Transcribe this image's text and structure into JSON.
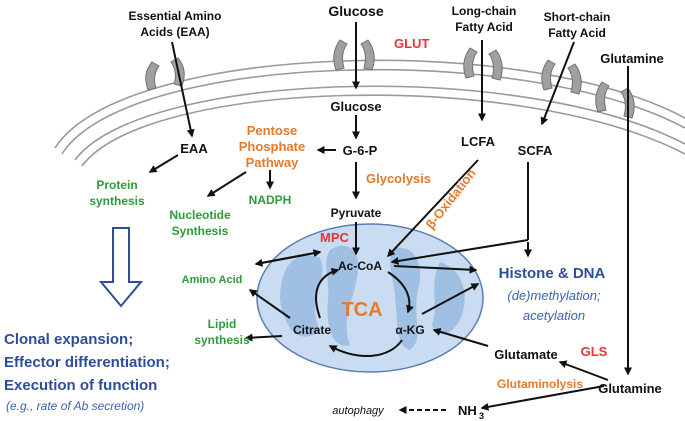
{
  "colors": {
    "orange": "#e47a2a",
    "green": "#2e9b3a",
    "red": "#e8323a",
    "blue": "#2e4e9a",
    "mito_fill": "#c9dcf2",
    "mito_inner": "#8fb3dd",
    "channel": "#9ea0a3"
  },
  "inputs": {
    "eaa_line1": "Essential Amino",
    "eaa_line2": "Acids (EAA)",
    "glucose_top": "Glucose",
    "glut": "GLUT",
    "lcfa_line1": "Long-chain",
    "lcfa_line2": "Fatty Acid",
    "scfa_line1": "Short-chain",
    "scfa_line2": "Fatty Acid",
    "glutamine_top": "Glutamine"
  },
  "cytosol": {
    "eaa": "EAA",
    "glucose": "Glucose",
    "g6p": "G-6-P",
    "ppp_line1": "Pentose",
    "ppp_line2": "Phosphate",
    "ppp_line3": "Pathway",
    "lcfa": "LCFA",
    "scfa": "SCFA",
    "protein_line1": "Protein",
    "protein_line2": "synthesis",
    "glycolysis": "Glycolysis",
    "nucleotide_line1": "Nucleotide",
    "nucleotide_line2": "Synthesis",
    "nadph": "NADPH",
    "pyruvate": "Pyruvate",
    "beta_oxidation": "β-Oxidation",
    "mpc": "MPC",
    "amino_acid": "Amino Acid",
    "lipid_line1": "Lipid",
    "lipid_line2": "synthesis"
  },
  "mitochondria": {
    "accoa": "Ac-CoA",
    "tca": "TCA",
    "citrate": "Citrate",
    "akg": "α-KG"
  },
  "epigenetics": {
    "title": "Histone & DNA",
    "line2": "(de)methylation;",
    "line3": "acetylation"
  },
  "glutamine_path": {
    "glutamate": "Glutamate",
    "gls": "GLS",
    "glutaminolysis": "Glutaminolysis",
    "glutamine": "Glutamine",
    "autophagy": "autophagy",
    "nh3": "NH"
  },
  "outcomes": {
    "line1": "Clonal expansion;",
    "line2": "Effector differentiation;",
    "line3": "Execution of function",
    "line4": "(e.g., rate of Ab secretion)"
  }
}
